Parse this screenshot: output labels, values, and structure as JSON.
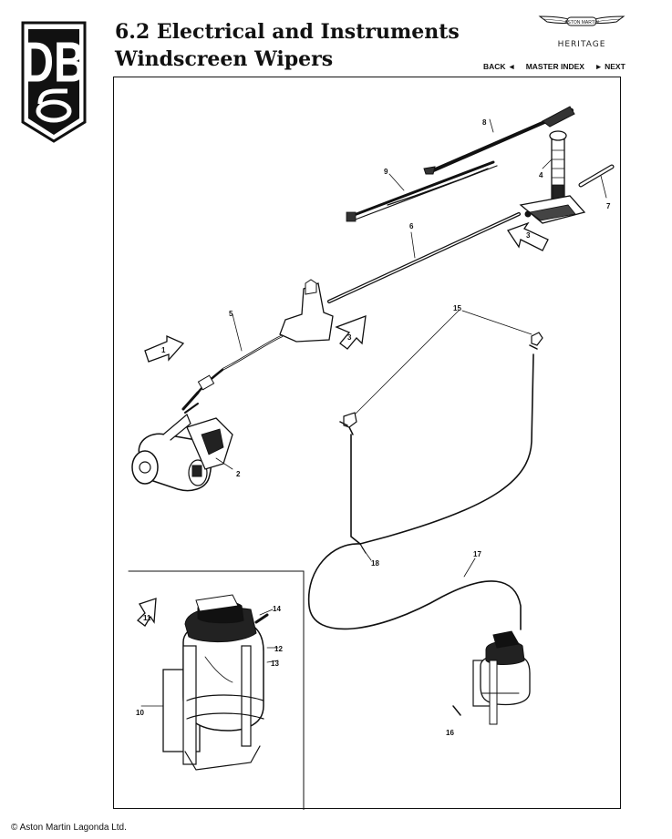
{
  "header": {
    "title_line1": "6.2 Electrical and Instruments",
    "title_line2": "Windscreen Wipers",
    "logo_text": "DB6",
    "brand_text": "ASTON MARTIN",
    "brand_sub": "HERITAGE"
  },
  "nav": {
    "back": "BACK ◄",
    "index": "MASTER INDEX",
    "next": "► NEXT"
  },
  "diagram": {
    "callouts": [
      "1",
      "2",
      "3",
      "3",
      "4",
      "5",
      "6",
      "7",
      "8",
      "9",
      "10",
      "11",
      "12",
      "13",
      "14",
      "15",
      "16",
      "17",
      "18"
    ]
  },
  "footer": {
    "copyright": "© Aston Martin Lagonda Ltd."
  }
}
